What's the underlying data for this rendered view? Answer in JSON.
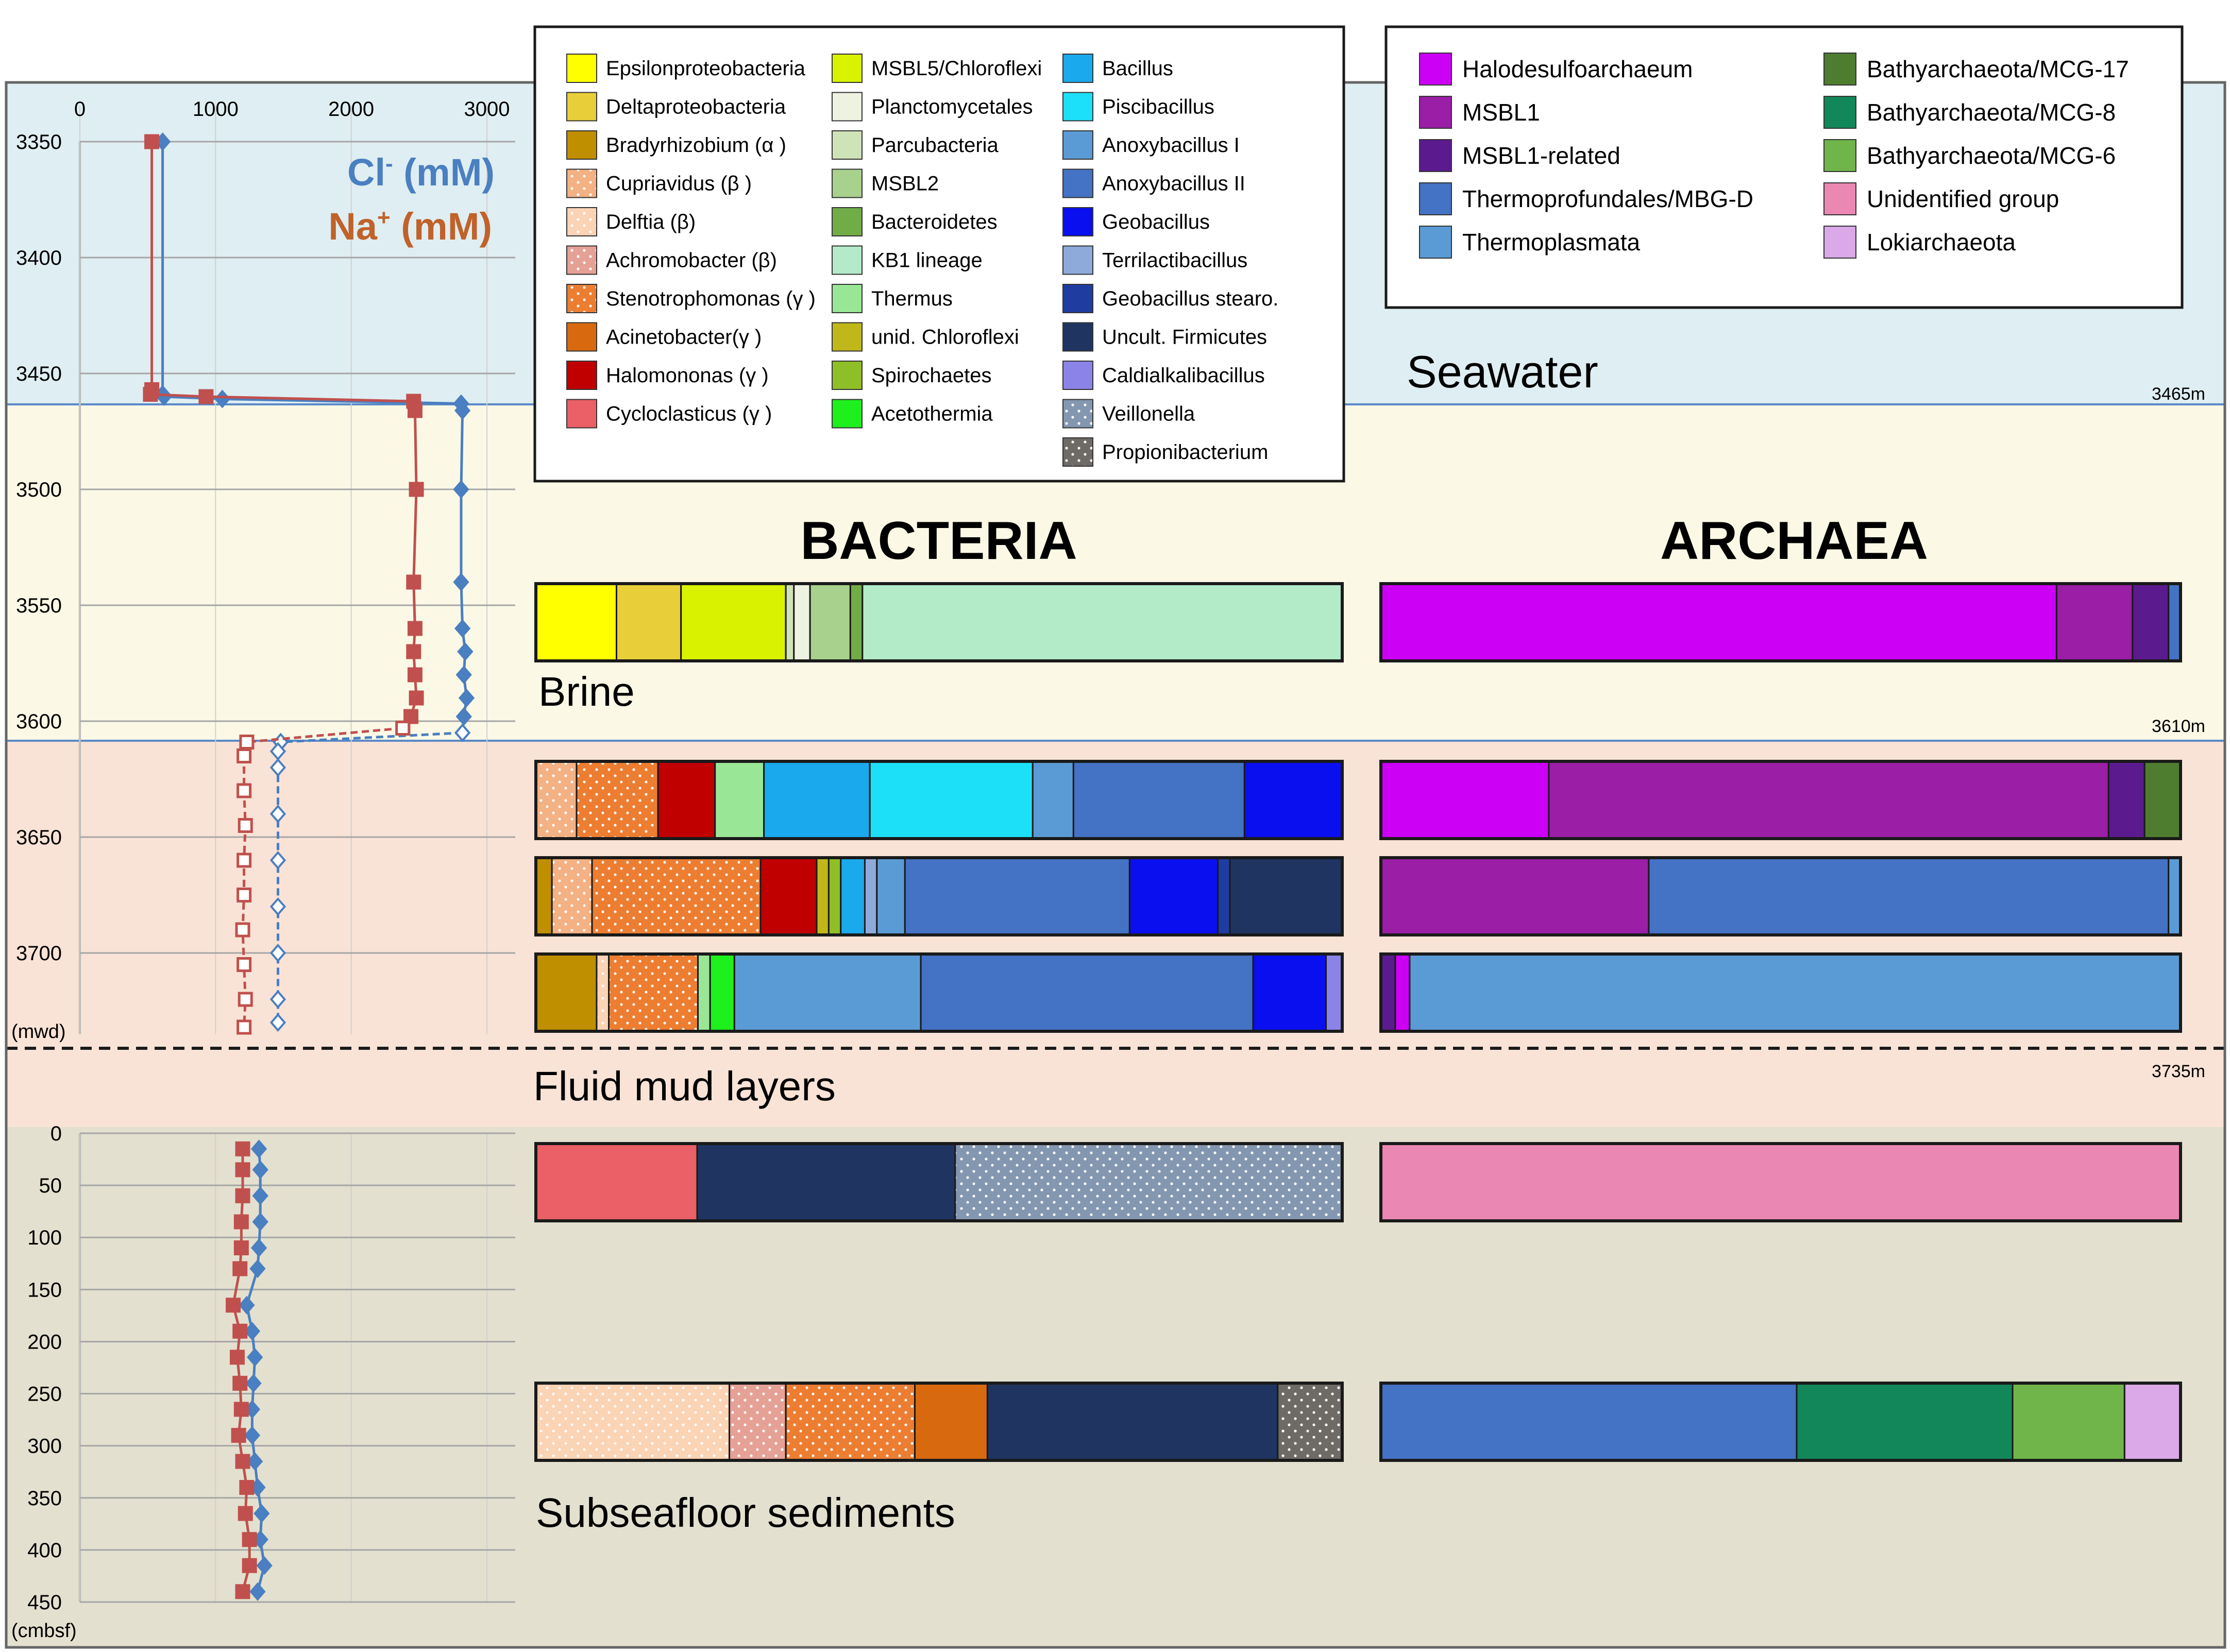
{
  "zones": {
    "seawater": {
      "label": "Seawater",
      "color": "#dfeef2"
    },
    "brine": {
      "label": "Brine",
      "color": "#fbf9e6",
      "boundary_label": "3465m"
    },
    "fluid_mud": {
      "label": "Fluid mud layers",
      "color": "#f9e3d6",
      "boundary_label": "3610m",
      "bottom_label": "3735m"
    },
    "sediments": {
      "label": "Subseafloor sediments",
      "color": "#e3e0cf"
    }
  },
  "headings": {
    "bacteria": "BACTERIA",
    "archaea": "ARCHAEA"
  },
  "water_axis": {
    "x_ticks": [
      "0",
      "1000",
      "2000",
      "3000"
    ],
    "y_ticks": [
      "3350",
      "3400",
      "3450",
      "3500",
      "3550",
      "3600",
      "3650",
      "3700"
    ],
    "y_unit": "(mwd)"
  },
  "sediment_axis": {
    "y_ticks": [
      "0",
      "50",
      "100",
      "150",
      "200",
      "250",
      "300",
      "350",
      "400",
      "450"
    ],
    "y_unit": "(cmbsf)"
  },
  "series_labels": {
    "cl_main": "Cl",
    "cl_sup": "-",
    "cl_unit": " (mM)",
    "na_main": "Na",
    "na_sup": "+",
    "na_unit": " (mM)"
  },
  "colors": {
    "cl": "#4a7fc1",
    "na": "#c0504d",
    "cl_label": "#4a7fc1",
    "na_label": "#c0622a"
  },
  "chart_data": [
    {
      "type": "line",
      "xlim": [
        0,
        3000
      ],
      "ylim": [
        3350,
        3735
      ],
      "series": [
        {
          "name": "Cl- (mM)",
          "points": [
            [
              610,
              3350
            ],
            [
              610,
              3459
            ],
            [
              620,
              3460
            ],
            [
              1050,
              3461
            ],
            [
              2810,
              3463
            ],
            [
              2820,
              3466
            ],
            [
              2810,
              3500
            ],
            [
              2810,
              3540
            ],
            [
              2820,
              3560
            ],
            [
              2840,
              3570
            ],
            [
              2830,
              3580
            ],
            [
              2850,
              3590
            ],
            [
              2830,
              3598
            ],
            [
              2820,
              3605
            ],
            [
              1480,
              3609
            ],
            [
              1460,
              3613
            ],
            [
              1460,
              3620
            ],
            [
              1460,
              3640
            ],
            [
              1460,
              3660
            ],
            [
              1460,
              3680
            ],
            [
              1460,
              3700
            ],
            [
              1460,
              3720
            ],
            [
              1460,
              3730
            ]
          ]
        },
        {
          "name": "Na+ (mM)",
          "points": [
            [
              530,
              3350
            ],
            [
              530,
              3457
            ],
            [
              520,
              3459
            ],
            [
              930,
              3460
            ],
            [
              2460,
              3462
            ],
            [
              2470,
              3466
            ],
            [
              2480,
              3500
            ],
            [
              2460,
              3540
            ],
            [
              2470,
              3560
            ],
            [
              2460,
              3570
            ],
            [
              2470,
              3580
            ],
            [
              2480,
              3590
            ],
            [
              2440,
              3598
            ],
            [
              2380,
              3603
            ],
            [
              1230,
              3609
            ],
            [
              1210,
              3615
            ],
            [
              1210,
              3630
            ],
            [
              1220,
              3645
            ],
            [
              1210,
              3660
            ],
            [
              1210,
              3675
            ],
            [
              1200,
              3690
            ],
            [
              1210,
              3705
            ],
            [
              1220,
              3720
            ],
            [
              1210,
              3732
            ]
          ]
        }
      ]
    },
    {
      "type": "line",
      "xlim": [
        0,
        3000
      ],
      "ylim": [
        0,
        450
      ],
      "series": [
        {
          "name": "Cl- (mM)",
          "points": [
            [
              1320,
              15
            ],
            [
              1330,
              35
            ],
            [
              1330,
              60
            ],
            [
              1330,
              85
            ],
            [
              1320,
              110
            ],
            [
              1310,
              130
            ],
            [
              1230,
              165
            ],
            [
              1270,
              190
            ],
            [
              1290,
              215
            ],
            [
              1280,
              240
            ],
            [
              1270,
              265
            ],
            [
              1270,
              290
            ],
            [
              1290,
              315
            ],
            [
              1310,
              340
            ],
            [
              1340,
              365
            ],
            [
              1330,
              390
            ],
            [
              1360,
              415
            ],
            [
              1310,
              440
            ]
          ]
        },
        {
          "name": "Na+ (mM)",
          "points": [
            [
              1200,
              15
            ],
            [
              1200,
              35
            ],
            [
              1200,
              60
            ],
            [
              1190,
              85
            ],
            [
              1190,
              110
            ],
            [
              1180,
              130
            ],
            [
              1130,
              165
            ],
            [
              1180,
              190
            ],
            [
              1160,
              215
            ],
            [
              1180,
              240
            ],
            [
              1190,
              265
            ],
            [
              1170,
              290
            ],
            [
              1200,
              315
            ],
            [
              1230,
              340
            ],
            [
              1220,
              365
            ],
            [
              1250,
              390
            ],
            [
              1250,
              415
            ],
            [
              1200,
              440
            ]
          ]
        }
      ]
    },
    {
      "type": "bar",
      "stacked": true,
      "title": "BACTERIA",
      "bars": [
        {
          "zone": "Brine",
          "segments": [
            [
              "Epsilonproteobacteria",
              10
            ],
            [
              "Deltaproteobacteria",
              8
            ],
            [
              "MSBL5/Chloroflexi",
              13
            ],
            [
              "Parcubacteria",
              1
            ],
            [
              "Planctomycetales",
              2
            ],
            [
              "MSBL2",
              5
            ],
            [
              "Bacteroidetes",
              1.5
            ],
            [
              "KB1 lineage",
              59.5
            ]
          ]
        },
        {
          "zone": "Fluid mud 1",
          "segments": [
            [
              "Cupriavidus",
              5
            ],
            [
              "Stenotrophomonas",
              10
            ],
            [
              "Halomononas",
              7
            ],
            [
              "Thermus",
              6
            ],
            [
              "Bacillus",
              13
            ],
            [
              "Piscibacillus",
              20
            ],
            [
              "Anoxybacillus I",
              5
            ],
            [
              "Anoxybacillus II",
              21
            ],
            [
              "Geobacillus",
              12
            ]
          ]
        },
        {
          "zone": "Fluid mud 2",
          "segments": [
            [
              "Bradyrhizobium",
              2
            ],
            [
              "Cupriavidus",
              5
            ],
            [
              "Stenotrophomonas",
              21
            ],
            [
              "Halomononas",
              7
            ],
            [
              "unid. Chloroflexi",
              1.5
            ],
            [
              "Spirochaetes",
              1.5
            ],
            [
              "Bacillus",
              3
            ],
            [
              "Terrilactibacillus",
              1.5
            ],
            [
              "Anoxybacillus I",
              3.5
            ],
            [
              "Anoxybacillus II",
              28
            ],
            [
              "Geobacillus",
              11
            ],
            [
              "Geobacillus stearo.",
              1.5
            ],
            [
              "Uncult. Firmicutes",
              14
            ]
          ]
        },
        {
          "zone": "Fluid mud 3",
          "segments": [
            [
              "Bradyrhizobium",
              7.5
            ],
            [
              "Delftia",
              1.5
            ],
            [
              "Stenotrophomonas",
              11
            ],
            [
              "Thermus",
              1.5
            ],
            [
              "Acetothermia",
              3
            ],
            [
              "Anoxybacillus I",
              23
            ],
            [
              "Anoxybacillus II",
              41
            ],
            [
              "Geobacillus",
              9
            ],
            [
              "Caldialkalibacillus",
              2
            ]
          ]
        },
        {
          "zone": "Sediment shallow",
          "segments": [
            [
              "Cycloclasticus",
              20
            ],
            [
              "Uncult. Firmicutes",
              32
            ],
            [
              "Veillonella",
              48
            ]
          ]
        },
        {
          "zone": "Sediment deep",
          "segments": [
            [
              "Delftia",
              24
            ],
            [
              "Achromobacter",
              7
            ],
            [
              "Stenotrophomonas",
              16
            ],
            [
              "Acinetobacter",
              9
            ],
            [
              "Uncult. Firmicutes",
              36
            ],
            [
              "Propionibacterium",
              8
            ]
          ]
        }
      ]
    },
    {
      "type": "bar",
      "stacked": true,
      "title": "ARCHAEA",
      "bars": [
        {
          "zone": "Brine",
          "segments": [
            [
              "Halodesulfoarchaeum",
              84.5
            ],
            [
              "MSBL1",
              9.5
            ],
            [
              "MSBL1-related",
              4.5
            ],
            [
              "Thermoprofundales/MBG-D",
              1.5
            ]
          ]
        },
        {
          "zone": "Fluid mud 1",
          "segments": [
            [
              "Halodesulfoarchaeum",
              21
            ],
            [
              "MSBL1",
              70
            ],
            [
              "MSBL1-related",
              4.5
            ],
            [
              "Bathyarchaeota/MCG-17",
              4.5
            ]
          ]
        },
        {
          "zone": "Fluid mud 2",
          "segments": [
            [
              "MSBL1",
              33.5
            ],
            [
              "Thermoprofundales/MBG-D",
              65
            ],
            [
              "Thermoplasmata",
              1.5
            ]
          ]
        },
        {
          "zone": "Fluid mud 3",
          "segments": [
            [
              "MSBL1-related",
              1.8
            ],
            [
              "Halodesulfoarchaeum",
              1.8
            ],
            [
              "Thermoplasmata",
              96.4
            ]
          ]
        },
        {
          "zone": "Sediment shallow",
          "segments": [
            [
              "Unidentified group",
              100
            ]
          ]
        },
        {
          "zone": "Sediment deep",
          "segments": [
            [
              "Thermoprofundales/MBG-D",
              52
            ],
            [
              "Bathyarchaeota/MCG-8",
              27
            ],
            [
              "Bathyarchaeota/MCG-6",
              14
            ],
            [
              "Lokiarchaeota",
              7
            ]
          ]
        }
      ]
    }
  ],
  "bacteria_legend": [
    {
      "label": "Epsilonproteobacteria",
      "color": "#ffff00",
      "pattern": "none"
    },
    {
      "label": "Deltaproteobacteria",
      "color": "#e8cf3a",
      "pattern": "none"
    },
    {
      "label": "Bradyrhizobium (α )",
      "color": "#bf8f00",
      "pattern": "none"
    },
    {
      "label": "Cupriavidus (β )",
      "color": "#f4b183",
      "pattern": "dots"
    },
    {
      "label": "Delftia (β)",
      "color": "#fbd3b5",
      "pattern": "dots"
    },
    {
      "label": "Achromobacter (β)",
      "color": "#e6a197",
      "pattern": "dots"
    },
    {
      "label": "Stenotrophomonas (γ )",
      "color": "#ed7d31",
      "pattern": "dots"
    },
    {
      "label": "Acinetobacter(γ )",
      "color": "#d8690f",
      "pattern": "none"
    },
    {
      "label": "Halomononas (γ )",
      "color": "#c00000",
      "pattern": "none"
    },
    {
      "label": "Cycloclasticus (γ )",
      "color": "#eb5f67",
      "pattern": "none"
    },
    {
      "label": "MSBL5/Chloroflexi",
      "color": "#d9f200",
      "pattern": "none"
    },
    {
      "label": "Planctomycetales",
      "color": "#eef2e1",
      "pattern": "none"
    },
    {
      "label": "Parcubacteria",
      "color": "#cfe3b8",
      "pattern": "none"
    },
    {
      "label": "MSBL2",
      "color": "#a9d18e",
      "pattern": "none"
    },
    {
      "label": "Bacteroidetes",
      "color": "#70ad47",
      "pattern": "none"
    },
    {
      "label": "KB1 lineage",
      "color": "#b3ebc8",
      "pattern": "none"
    },
    {
      "label": "Thermus",
      "color": "#99e697",
      "pattern": "none"
    },
    {
      "label": "unid. Chloroflexi",
      "color": "#c0b81a",
      "pattern": "none"
    },
    {
      "label": "Spirochaetes",
      "color": "#8fbf26",
      "pattern": "none"
    },
    {
      "label": "Acetothermia",
      "color": "#1ef01e",
      "pattern": "none"
    },
    {
      "label": "Bacillus",
      "color": "#19a9ec",
      "pattern": "none"
    },
    {
      "label": "Piscibacillus",
      "color": "#1ce0f7",
      "pattern": "none"
    },
    {
      "label": "Anoxybacillus I",
      "color": "#5b9bd5",
      "pattern": "none"
    },
    {
      "label": "Anoxybacillus II",
      "color": "#4472c4",
      "pattern": "none"
    },
    {
      "label": "Geobacillus",
      "color": "#0a0ff0",
      "pattern": "none"
    },
    {
      "label": "Terrilactibacillus",
      "color": "#8eaadb",
      "pattern": "none"
    },
    {
      "label": "Geobacillus stearo.",
      "color": "#1f3da0",
      "pattern": "none"
    },
    {
      "label": "Uncult. Firmicutes",
      "color": "#1f3461",
      "pattern": "none"
    },
    {
      "label": "Caldialkalibacillus",
      "color": "#8c83e8",
      "pattern": "none"
    },
    {
      "label": "Veillonella",
      "color": "#8497b0",
      "pattern": "dots"
    },
    {
      "label": "Propionibacterium",
      "color": "#6e6a66",
      "pattern": "dots"
    }
  ],
  "archaea_legend": [
    {
      "label": "Halodesulfoarchaeum",
      "color": "#cc00f5"
    },
    {
      "label": "MSBL1",
      "color": "#9a1ea6"
    },
    {
      "label": "MSBL1-related",
      "color": "#5c1a8f"
    },
    {
      "label": "Thermoprofundales/MBG-D",
      "color": "#4472c4"
    },
    {
      "label": "Thermoplasmata",
      "color": "#5b9bd5"
    },
    {
      "label": "Bathyarchaeota/MCG-17",
      "color": "#4e7d2f"
    },
    {
      "label": "Bathyarchaeota/MCG-8",
      "color": "#12875a"
    },
    {
      "label": "Bathyarchaeota/MCG-6",
      "color": "#70b54a"
    },
    {
      "label": "Unidentified group",
      "color": "#eb87b3"
    },
    {
      "label": "Lokiarchaeota",
      "color": "#dba8e8"
    }
  ]
}
